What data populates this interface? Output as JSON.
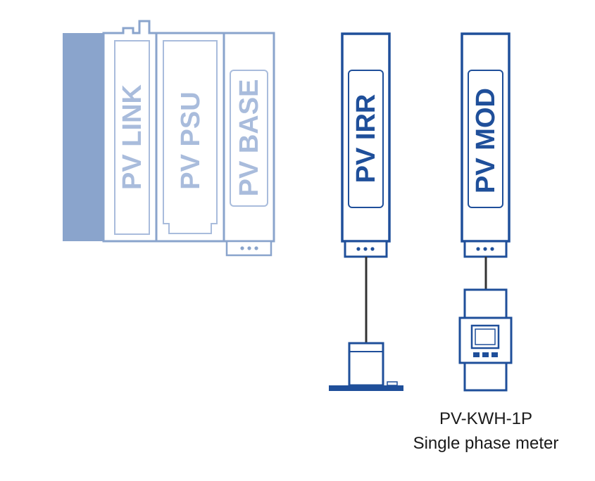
{
  "colors": {
    "faded_stroke": "#8aa4cc",
    "faded_fill": "#8aa4cc",
    "faded_text": "#a9bcdc",
    "active_stroke": "#1f4f9a",
    "active_text": "#1f4f9a",
    "cable": "#333333"
  },
  "modules": {
    "pv_link": {
      "label": "PV LINK"
    },
    "pv_psu": {
      "label": "PV PSU"
    },
    "pv_base": {
      "label": "PV BASE"
    },
    "pv_irr": {
      "label": "PV IRR"
    },
    "pv_mod": {
      "label": "PV MOD"
    }
  },
  "devices": {
    "irradiance_sensor": {
      "icon": "irradiance-sensor-icon"
    },
    "kwh_meter": {
      "icon": "din-rail-meter-icon",
      "model": "PV-KWH-1P",
      "description": "Single phase meter"
    }
  }
}
